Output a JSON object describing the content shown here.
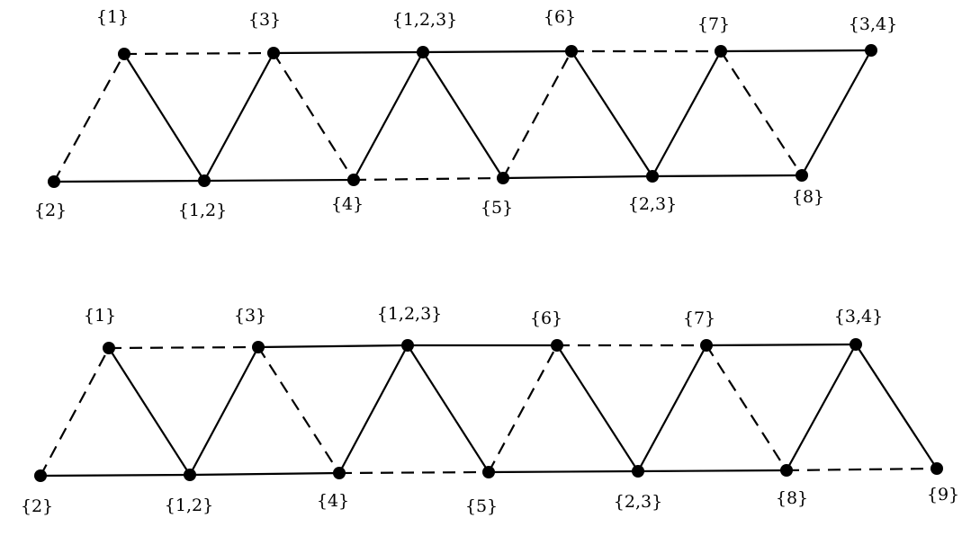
{
  "graphs": [
    {
      "nodes": [
        {
          "id": "a1",
          "label": "{1}"
        },
        {
          "id": "a2",
          "label": "{3}"
        },
        {
          "id": "a3",
          "label": "{1,2,3}"
        },
        {
          "id": "a4",
          "label": "{6}"
        },
        {
          "id": "a5",
          "label": "{7}"
        },
        {
          "id": "a6",
          "label": "{3,4}"
        },
        {
          "id": "b1",
          "label": "{2}"
        },
        {
          "id": "b2",
          "label": "{1,2}"
        },
        {
          "id": "b3",
          "label": "{4}"
        },
        {
          "id": "b4",
          "label": "{5}"
        },
        {
          "id": "b5",
          "label": "{2,3}"
        },
        {
          "id": "b6",
          "label": "{8}"
        }
      ],
      "edges": [
        {
          "from": "a1",
          "to": "a2",
          "style": "dashed"
        },
        {
          "from": "a2",
          "to": "a3",
          "style": "solid"
        },
        {
          "from": "a3",
          "to": "a4",
          "style": "solid"
        },
        {
          "from": "a4",
          "to": "a5",
          "style": "dashed"
        },
        {
          "from": "a5",
          "to": "a6",
          "style": "solid"
        },
        {
          "from": "b1",
          "to": "b2",
          "style": "solid"
        },
        {
          "from": "b2",
          "to": "b3",
          "style": "solid"
        },
        {
          "from": "b3",
          "to": "b4",
          "style": "dashed"
        },
        {
          "from": "b4",
          "to": "b5",
          "style": "solid"
        },
        {
          "from": "b5",
          "to": "b6",
          "style": "solid"
        },
        {
          "from": "b1",
          "to": "a1",
          "style": "dashed"
        },
        {
          "from": "a1",
          "to": "b2",
          "style": "solid"
        },
        {
          "from": "b2",
          "to": "a2",
          "style": "solid"
        },
        {
          "from": "a2",
          "to": "b3",
          "style": "dashed"
        },
        {
          "from": "b3",
          "to": "a3",
          "style": "solid"
        },
        {
          "from": "a3",
          "to": "b4",
          "style": "solid"
        },
        {
          "from": "b4",
          "to": "a4",
          "style": "dashed"
        },
        {
          "from": "a4",
          "to": "b5",
          "style": "solid"
        },
        {
          "from": "b5",
          "to": "a5",
          "style": "solid"
        },
        {
          "from": "a5",
          "to": "b6",
          "style": "dashed"
        },
        {
          "from": "b6",
          "to": "a6",
          "style": "solid"
        }
      ]
    },
    {
      "nodes": [
        {
          "id": "a1",
          "label": "{1}"
        },
        {
          "id": "a2",
          "label": "{3}"
        },
        {
          "id": "a3",
          "label": "{1,2,3}"
        },
        {
          "id": "a4",
          "label": "{6}"
        },
        {
          "id": "a5",
          "label": "{7}"
        },
        {
          "id": "a6",
          "label": "{3,4}"
        },
        {
          "id": "b1",
          "label": "{2}"
        },
        {
          "id": "b2",
          "label": "{1,2}"
        },
        {
          "id": "b3",
          "label": "{4}"
        },
        {
          "id": "b4",
          "label": "{5}"
        },
        {
          "id": "b5",
          "label": "{2,3}"
        },
        {
          "id": "b6",
          "label": "{8}"
        },
        {
          "id": "b7",
          "label": "{9}"
        }
      ],
      "edges": [
        {
          "from": "a1",
          "to": "a2",
          "style": "dashed"
        },
        {
          "from": "a2",
          "to": "a3",
          "style": "solid"
        },
        {
          "from": "a3",
          "to": "a4",
          "style": "solid"
        },
        {
          "from": "a4",
          "to": "a5",
          "style": "dashed"
        },
        {
          "from": "a5",
          "to": "a6",
          "style": "solid"
        },
        {
          "from": "b1",
          "to": "b2",
          "style": "solid"
        },
        {
          "from": "b2",
          "to": "b3",
          "style": "solid"
        },
        {
          "from": "b3",
          "to": "b4",
          "style": "dashed"
        },
        {
          "from": "b4",
          "to": "b5",
          "style": "solid"
        },
        {
          "from": "b5",
          "to": "b6",
          "style": "solid"
        },
        {
          "from": "b6",
          "to": "b7",
          "style": "dashed"
        },
        {
          "from": "b1",
          "to": "a1",
          "style": "dashed"
        },
        {
          "from": "a1",
          "to": "b2",
          "style": "solid"
        },
        {
          "from": "b2",
          "to": "a2",
          "style": "solid"
        },
        {
          "from": "a2",
          "to": "b3",
          "style": "dashed"
        },
        {
          "from": "b3",
          "to": "a3",
          "style": "solid"
        },
        {
          "from": "a3",
          "to": "b4",
          "style": "solid"
        },
        {
          "from": "b4",
          "to": "a4",
          "style": "dashed"
        },
        {
          "from": "a4",
          "to": "b5",
          "style": "solid"
        },
        {
          "from": "b5",
          "to": "a5",
          "style": "solid"
        },
        {
          "from": "a5",
          "to": "b6",
          "style": "dashed"
        },
        {
          "from": "b6",
          "to": "a6",
          "style": "solid"
        },
        {
          "from": "a6",
          "to": "b7",
          "style": "solid"
        }
      ]
    }
  ]
}
